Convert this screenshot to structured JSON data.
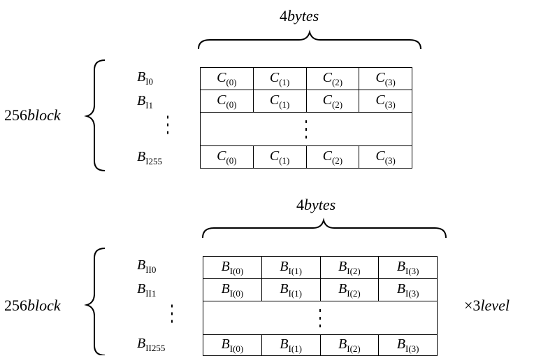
{
  "top": {
    "width_label": {
      "num": "4",
      "unit": "bytes"
    },
    "count_label": {
      "num": "256",
      "unit": "block"
    },
    "rows": [
      {
        "base": "B",
        "sub": "I0",
        "cells": [
          {
            "base": "C",
            "sub": "(0)"
          },
          {
            "base": "C",
            "sub": "(1)"
          },
          {
            "base": "C",
            "sub": "(2)"
          },
          {
            "base": "C",
            "sub": "(3)"
          }
        ]
      },
      {
        "base": "B",
        "sub": "I1",
        "cells": [
          {
            "base": "C",
            "sub": "(0)"
          },
          {
            "base": "C",
            "sub": "(1)"
          },
          {
            "base": "C",
            "sub": "(2)"
          },
          {
            "base": "C",
            "sub": "(3)"
          }
        ]
      },
      {
        "base": "⋮",
        "sub": "",
        "ellipsis": "⋮"
      },
      {
        "base": "B",
        "sub": "I255",
        "cells": [
          {
            "base": "C",
            "sub": "(0)"
          },
          {
            "base": "C",
            "sub": "(1)"
          },
          {
            "base": "C",
            "sub": "(2)"
          },
          {
            "base": "C",
            "sub": "(3)"
          }
        ]
      }
    ]
  },
  "bottom": {
    "width_label": {
      "num": "4",
      "unit": "bytes"
    },
    "count_label": {
      "num": "256",
      "unit": "block"
    },
    "multiplier": {
      "prefix": "×3",
      "unit": "level"
    },
    "rows": [
      {
        "base": "B",
        "sub": "II0",
        "cells": [
          {
            "base": "B",
            "sub": "I(0)"
          },
          {
            "base": "B",
            "sub": "I(1)"
          },
          {
            "base": "B",
            "sub": "I(2)"
          },
          {
            "base": "B",
            "sub": "I(3)"
          }
        ]
      },
      {
        "base": "B",
        "sub": "II1",
        "cells": [
          {
            "base": "B",
            "sub": "I(0)"
          },
          {
            "base": "B",
            "sub": "I(1)"
          },
          {
            "base": "B",
            "sub": "I(2)"
          },
          {
            "base": "B",
            "sub": "I(3)"
          }
        ]
      },
      {
        "base": "⋮",
        "sub": "",
        "ellipsis": "⋮"
      },
      {
        "base": "B",
        "sub": "II255",
        "cells": [
          {
            "base": "B",
            "sub": "I(0)"
          },
          {
            "base": "B",
            "sub": "I(1)"
          },
          {
            "base": "B",
            "sub": "I(2)"
          },
          {
            "base": "B",
            "sub": "I(3)"
          }
        ]
      }
    ]
  }
}
